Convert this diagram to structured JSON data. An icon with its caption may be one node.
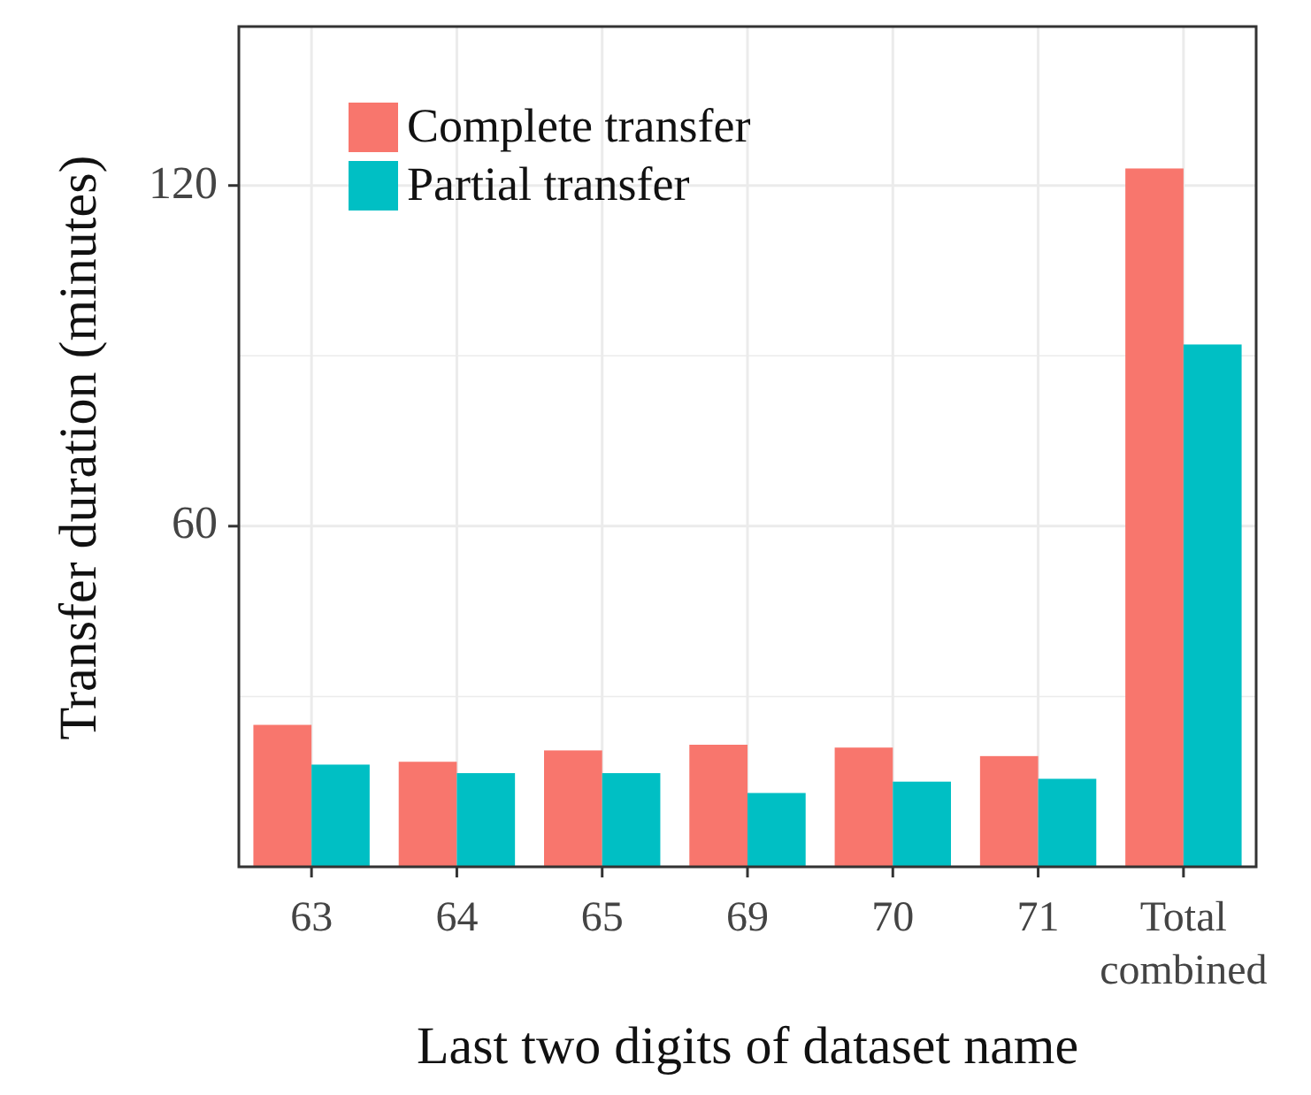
{
  "diagram": {
    "chart_data": {
      "type": "bar",
      "xlabel": "Last two digits of dataset name",
      "ylabel": "Transfer duration (minutes)",
      "categories": [
        "63",
        "64",
        "65",
        "69",
        "70",
        "71",
        "Total combined"
      ],
      "series": [
        {
          "name": "Complete transfer",
          "color": "#f8766d",
          "values": [
            25,
            18.5,
            20.5,
            21.5,
            21,
            19.5,
            123
          ]
        },
        {
          "name": "Partial transfer",
          "color": "#00bfc4",
          "values": [
            18,
            16.5,
            16.5,
            13,
            15,
            15.5,
            92
          ]
        }
      ],
      "ylim": [
        0,
        148
      ],
      "yticks": [
        60,
        120
      ],
      "ref_lines": [
        {
          "axis": "y",
          "value": 30
        },
        {
          "axis": "y",
          "value": 90
        }
      ],
      "grid": true,
      "legend": true
    }
  }
}
